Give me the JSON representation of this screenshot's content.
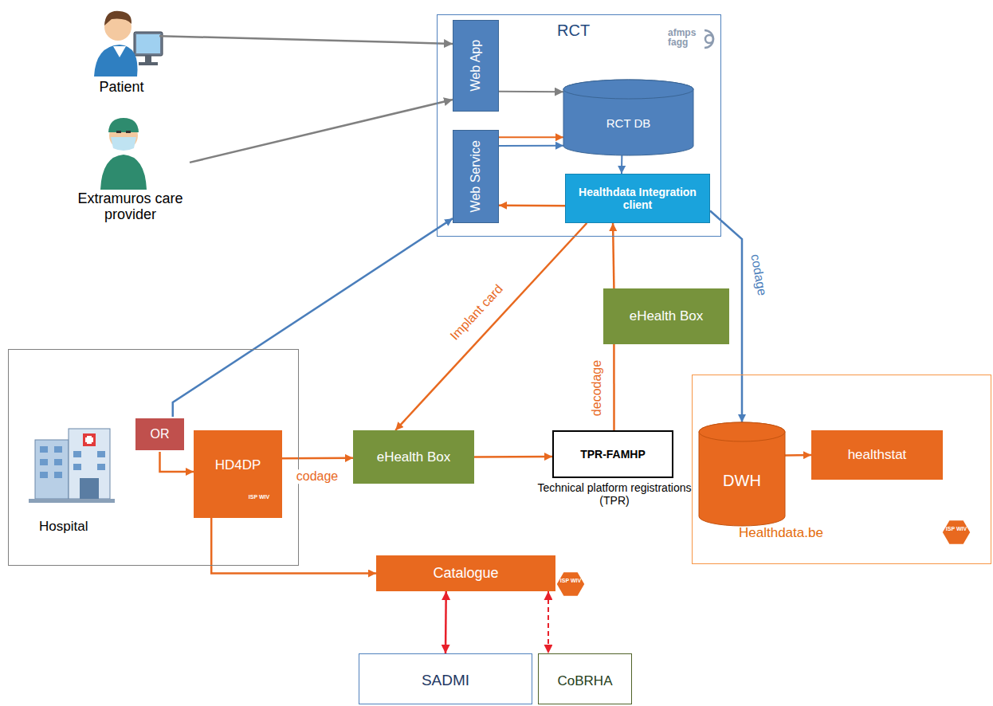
{
  "diagram": {
    "nodes": [
      {
        "text": [
          "Patient"
        ]
      },
      {
        "text": [
          "Extramuros care provider"
        ]
      },
      {
        "text": [
          "RCT"
        ]
      },
      {
        "text": [
          "Web App"
        ],
        "in": 2
      },
      {
        "text": [
          "RCT DB"
        ],
        "in": 2
      },
      {
        "text": [
          "Web Service"
        ],
        "in": 2
      },
      {
        "text": [
          "Healthdata Integration client"
        ],
        "in": 2
      },
      {
        "text": [
          "eHealth Box"
        ]
      },
      {
        "text": [
          "Hospital"
        ]
      },
      {
        "text": [
          "OR"
        ],
        "in": 8
      },
      {
        "text": [
          "HD4DP"
        ],
        "in": 8
      },
      {
        "text": [
          "eHealth Box"
        ]
      },
      {
        "text": [
          "TPR-FAMHP",
          "Technical platform registrations (TPR)"
        ]
      },
      {
        "text": [
          "Healthdata.be"
        ]
      },
      {
        "text": [
          "DWH"
        ],
        "in": 13
      },
      {
        "text": [
          "healthstat"
        ],
        "in": 13
      },
      {
        "text": [
          "Catalogue"
        ]
      },
      {
        "text": [
          "SADMI"
        ]
      },
      {
        "text": [
          "CoBRHA"
        ]
      }
    ],
    "edges": [
      {
        "from": 0,
        "to": 3,
        "arrow": "to"
      },
      {
        "from": 1,
        "to": 3,
        "arrow": "to"
      },
      {
        "from": 3,
        "to": 4,
        "arrow": "to"
      },
      {
        "from": 5,
        "to": 4,
        "arrow": "to"
      },
      {
        "from": 5,
        "to": 4,
        "arrow": "to"
      },
      {
        "from": 4,
        "to": 6,
        "arrow": "to"
      },
      {
        "from": 6,
        "to": 5,
        "arrow": "to"
      },
      {
        "from": 6,
        "to": 11,
        "label": "Implant card",
        "arrow": "to"
      },
      {
        "from": 9,
        "to": 5,
        "arrow": "to"
      },
      {
        "from": 9,
        "to": 10,
        "arrow": "to"
      },
      {
        "from": 10,
        "to": 11,
        "label": "codage",
        "arrow": "to"
      },
      {
        "from": 11,
        "to": 12,
        "arrow": "to"
      },
      {
        "from": 12,
        "to": 7,
        "label": "decodage",
        "arrow": "none"
      },
      {
        "from": 7,
        "to": 6,
        "arrow": "to"
      },
      {
        "from": 6,
        "to": 14,
        "label": "codage",
        "arrow": "to"
      },
      {
        "from": 14,
        "to": 15,
        "arrow": "to"
      },
      {
        "from": 10,
        "to": 16,
        "arrow": "to"
      },
      {
        "from": 16,
        "to": 17,
        "arrow": "both"
      },
      {
        "from": 16,
        "to": 18,
        "arrow": "both"
      }
    ],
    "labels": [
      "afmps fagg",
      "ISP WIV",
      "ISP WIV",
      "ISP WIV"
    ]
  }
}
